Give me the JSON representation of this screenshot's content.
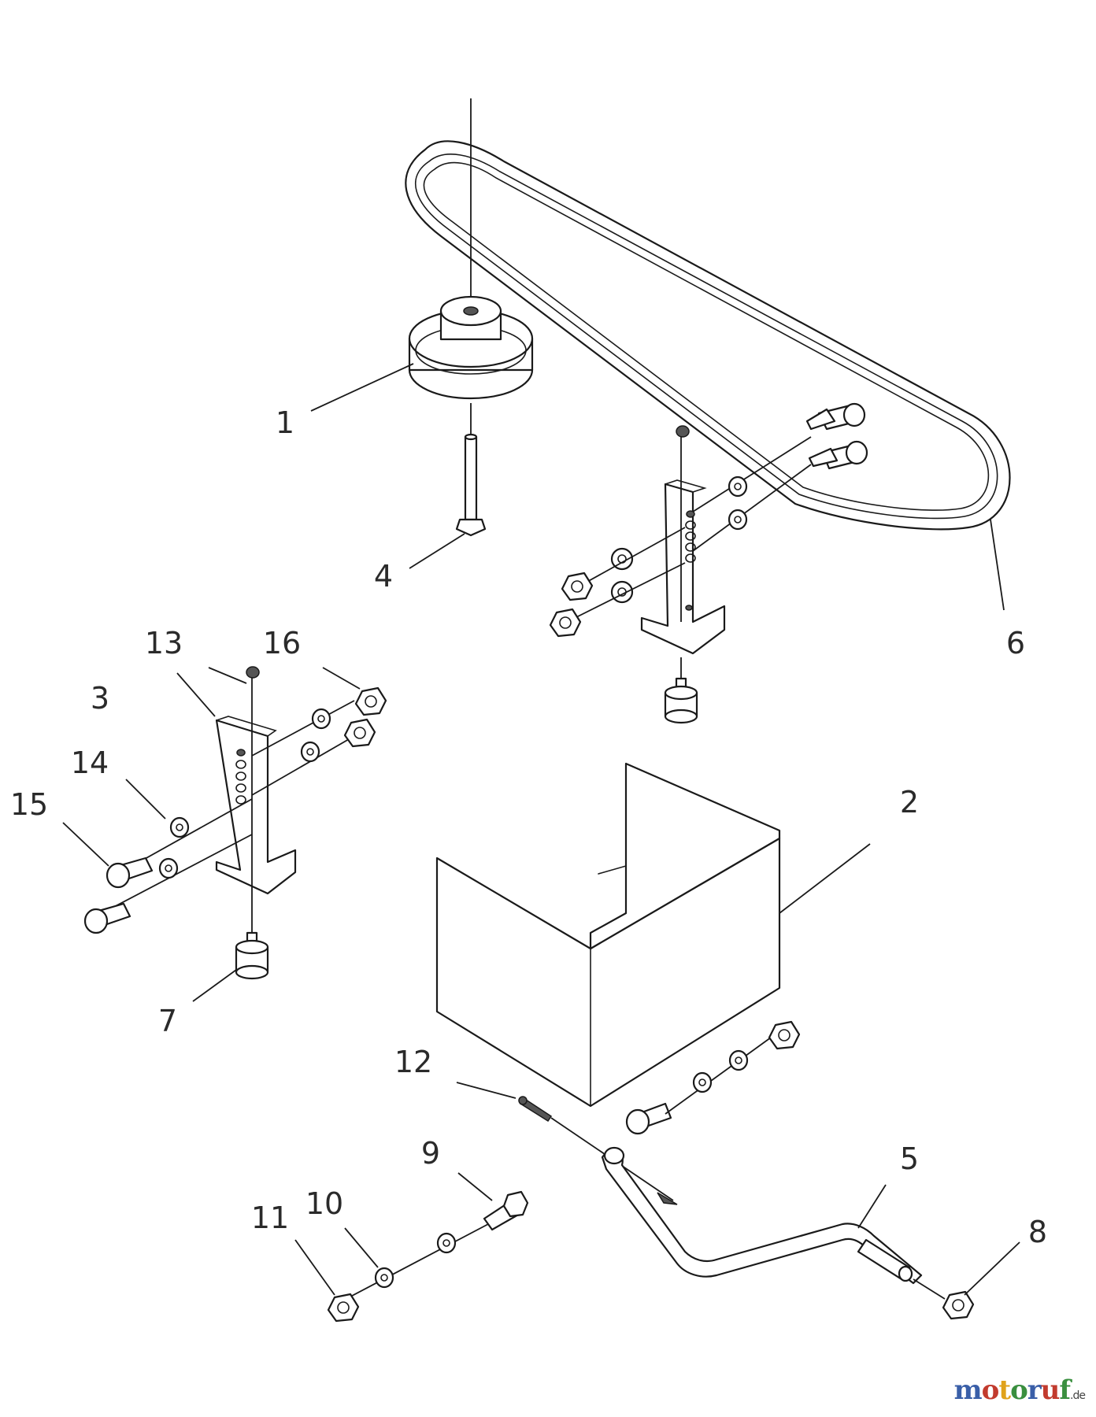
{
  "callouts": {
    "c1": "1",
    "c2": "2",
    "c3": "3",
    "c4": "4",
    "c5": "5",
    "c6": "6",
    "c7": "7",
    "c8": "8",
    "c9": "9",
    "c10": "10",
    "c11": "11",
    "c12": "12",
    "c13": "13",
    "c14": "14",
    "c15": "15",
    "c16": "16"
  },
  "watermark": {
    "letters": [
      "m",
      "o",
      "t",
      "o",
      "r",
      "u",
      "f"
    ],
    "letter_colors": [
      "#3a5fa8",
      "#c23b2e",
      "#e0a21b",
      "#3a8f3f",
      "#3a5fa8",
      "#c23b2e",
      "#3a8f3f"
    ],
    "suffix": ".de"
  }
}
